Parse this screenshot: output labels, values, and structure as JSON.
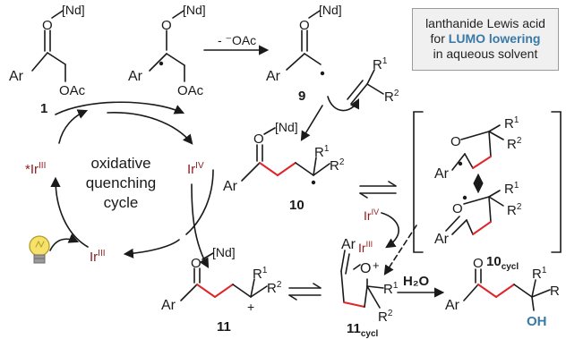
{
  "box": {
    "line1": "lanthanide Lewis acid",
    "line2_prefix": "for ",
    "line2_highlight": "LUMO lowering",
    "line3": "in aqueous solvent"
  },
  "labels": {
    "lewis_acid": "[Nd]",
    "oxygen": "O",
    "aryl": "Ar",
    "acetate": "OAc",
    "acetate_loss": "- ⁻OAc",
    "r1": "R",
    "r1_sup": "1",
    "r2": "R",
    "r2_sup": "2",
    "plus": "+",
    "water": "H₂O",
    "hydroxyl": "OH",
    "iridium": "Ir",
    "ir_iii": "III",
    "ir_iv": "IV",
    "excited_prefix": "*"
  },
  "cycle": {
    "line1": "oxidative",
    "line2": "quenching",
    "line3": "cycle"
  },
  "compounds": {
    "c1": "1",
    "c9": "9",
    "c10": "10",
    "c10cycl_num": "10",
    "c10cycl_sub": "cycl",
    "c11": "11",
    "c11cycl_num": "11",
    "c11cycl_sub": "cycl"
  },
  "colors": {
    "new_bond": "#e0262b",
    "iridium": "#8f1c1f",
    "highlight": "#3a79a6",
    "bond": "#1a1a1a"
  },
  "icons": [
    "lightbulb-icon"
  ]
}
